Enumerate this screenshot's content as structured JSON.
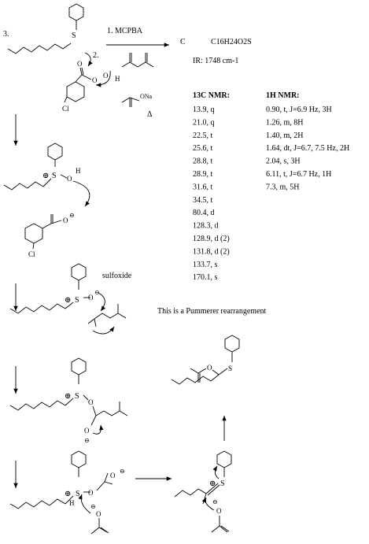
{
  "problem_number": "3.",
  "reagents": {
    "step1": "1. MCPBA",
    "step2": "2."
  },
  "salt": {
    "label": "ONa",
    "heat": "Δ"
  },
  "product_info": {
    "c_label": "C",
    "formula_main": "C16H24O2S",
    "ir_label": "IR: 1748 cm-1"
  },
  "c13": {
    "title": "13C NMR:",
    "rows": [
      "13.9, q",
      "21.0, q",
      "22.5, t",
      "25.6, t",
      "28.8, t",
      "28.9, t",
      "31.6, t",
      "34.5, t",
      "80.4, d",
      "128.3, d",
      "128.9, d (2)",
      "131.8, d (2)",
      "133.7, s",
      "170.1, s"
    ]
  },
  "h1": {
    "title": "1H NMR:",
    "rows": [
      "0.90, t, J=6.9 Hz, 3H",
      "1.26, m, 8H",
      "1.40, m, 2H",
      "1.64, dt, J=6.7, 7.5 Hz, 2H",
      "2.04, s, 3H",
      "6.11, t, J=6.7 Hz, 1H",
      "7.3, m, 5H"
    ]
  },
  "labels": {
    "sulfoxide": "sulfoxide",
    "pummerer": "This is a Pummerer rearrangement",
    "s": "S",
    "o": "O",
    "h": "H",
    "cl": "Cl",
    "plus": "⊕",
    "minus": "⊖"
  }
}
